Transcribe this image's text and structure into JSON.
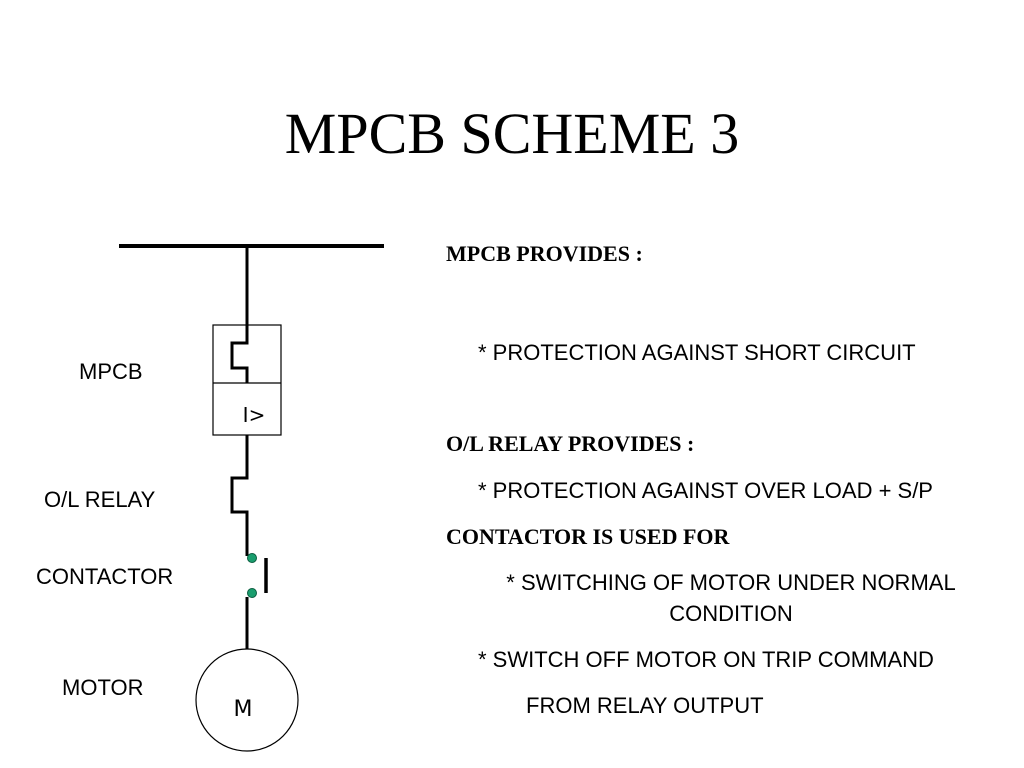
{
  "slide": {
    "title": "MPCB SCHEME 3"
  },
  "diagram": {
    "labels": {
      "mpcb": "MPCB",
      "ol_relay": "O/L  RELAY",
      "contactor": "CONTACTOR",
      "motor": "MOTOR"
    },
    "overcurrent_symbol": "I>",
    "motor_symbol": "M"
  },
  "description": {
    "mpcb_heading": "MPCB  PROVIDES :",
    "mpcb_item": "* PROTECTION  AGAINST  SHORT  CIRCUIT",
    "relay_heading": "O/L  RELAY PROVIDES :",
    "relay_item": "* PROTECTION  AGAINST  OVER LOAD + S/P",
    "contactor_heading": "CONTACTOR  IS  USED  FOR",
    "contactor_item1_line1": "* SWITCHING OF MOTOR UNDER  NORMAL",
    "contactor_item1_line2": "CONDITION",
    "contactor_item2_line1": "* SWITCH OFF  MOTOR ON  TRIP  COMMAND",
    "contactor_item2_line2": "FROM  RELAY  OUTPUT"
  },
  "colors": {
    "line": "#000000",
    "contact_dot": "#1a9e6e"
  }
}
